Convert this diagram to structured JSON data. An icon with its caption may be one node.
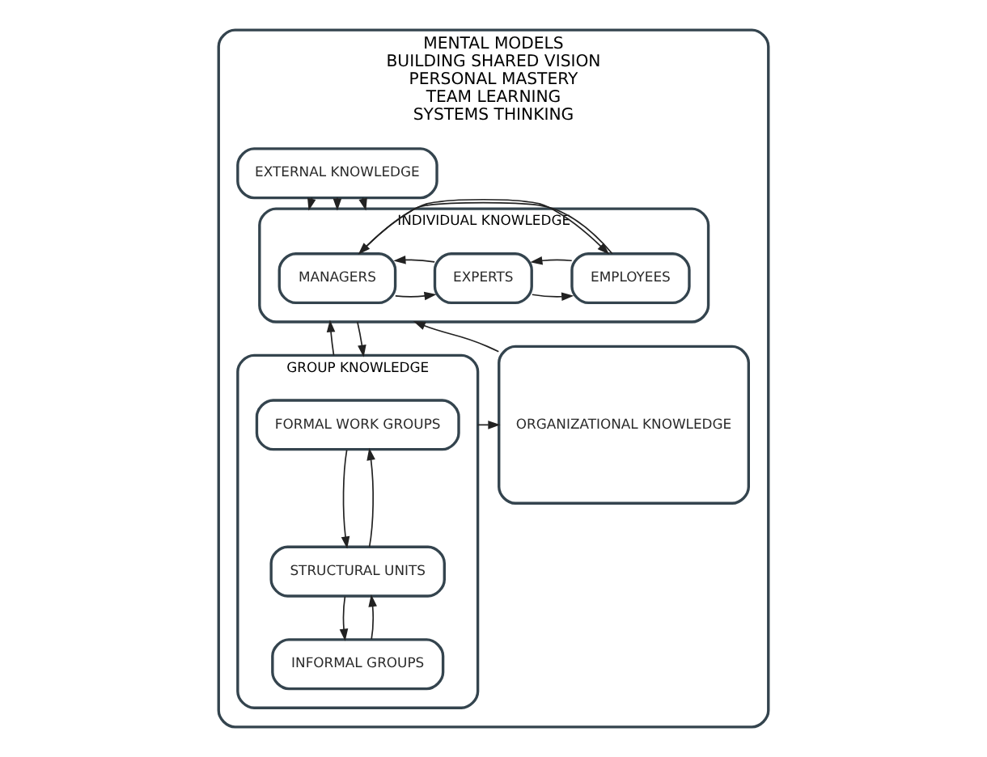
{
  "diagram": {
    "nodes": [
      {
        "text": [
          "MENTAL MODELS",
          "BUILDING SHARED VISION",
          "PERSONAL MASTERY",
          "TEAM LEARNING",
          "SYSTEMS THINKING"
        ]
      },
      {
        "text": [
          "EXTERNAL KNOWLEDGE"
        ],
        "in": 0
      },
      {
        "text": [
          "INDIVIDUAL KNOWLEDGE"
        ],
        "in": 0
      },
      {
        "text": [
          "MANAGERS"
        ],
        "in": 2
      },
      {
        "text": [
          "EMPLOYEES"
        ],
        "in": 2
      },
      {
        "text": [
          "EXPERTS"
        ],
        "in": 2
      },
      {
        "text": [
          "GROUP KNOWLEDGE"
        ],
        "in": 0
      },
      {
        "text": [
          "FORMAL WORK GROUPS"
        ],
        "in": 6
      },
      {
        "text": [
          "STRUCTURAL UNITS"
        ],
        "in": 6
      },
      {
        "text": [
          "INFORMAL GROUPS"
        ],
        "in": 6
      },
      {
        "text": [
          "ORGANIZATIONAL KNOWLEDGE"
        ],
        "in": 0
      }
    ],
    "edges": [
      {
        "from": 1,
        "to": 2,
        "arrow": "to"
      },
      {
        "from": 1,
        "to": 2,
        "arrow": "to"
      },
      {
        "from": 1,
        "to": 2,
        "arrow": "to"
      },
      {
        "from": 4,
        "to": 3,
        "arrow": "to"
      },
      {
        "from": 3,
        "to": 4,
        "arrow": "to"
      },
      {
        "from": 5,
        "to": 4,
        "arrow": "to"
      },
      {
        "from": 4,
        "to": 5,
        "arrow": "to"
      },
      {
        "from": 3,
        "to": 5,
        "arrow": "to"
      },
      {
        "from": 5,
        "to": 3,
        "arrow": "to"
      },
      {
        "from": 2,
        "to": 6,
        "arrow": "to"
      },
      {
        "from": 6,
        "to": 2,
        "arrow": "to"
      },
      {
        "from": 10,
        "to": 2,
        "arrow": "to"
      },
      {
        "from": 7,
        "to": 8,
        "arrow": "to"
      },
      {
        "from": 8,
        "to": 7,
        "arrow": "to"
      },
      {
        "from": 8,
        "to": 9,
        "arrow": "to"
      },
      {
        "from": 9,
        "to": 8,
        "arrow": "to"
      },
      {
        "from": 6,
        "to": 10,
        "arrow": "to"
      }
    ]
  }
}
